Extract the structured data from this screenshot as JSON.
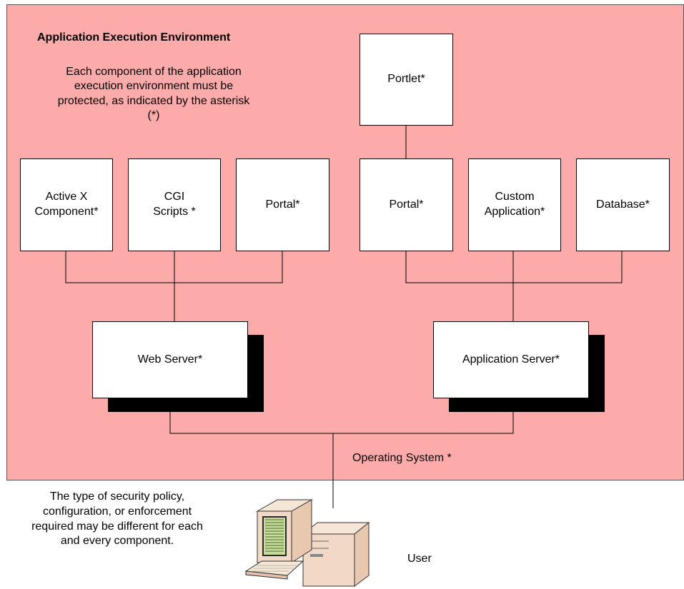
{
  "environment": {
    "title": "Application Execution Environment",
    "note": "Each component of the application\nexecution environment must be\nprotected, as indicated by the asterisk\n(*)"
  },
  "components": {
    "activex": "Active X\nComponent*",
    "cgi": "CGI\nScripts *",
    "portal_left": "Portal*",
    "portlet": "Portlet*",
    "portal_right": "Portal*",
    "custom_app": "Custom\nApplication*",
    "database": "Database*"
  },
  "servers": {
    "web": "Web Server*",
    "app": "Application Server*"
  },
  "os_label": "Operating System *",
  "policy_note": "The type of security policy,\nconfiguration, or enforcement\nrequired may be different for each\nand every component.",
  "user_label": "User",
  "colors": {
    "environment": "#fcaaaa",
    "box": "#ffffff",
    "shadow": "#000000"
  }
}
